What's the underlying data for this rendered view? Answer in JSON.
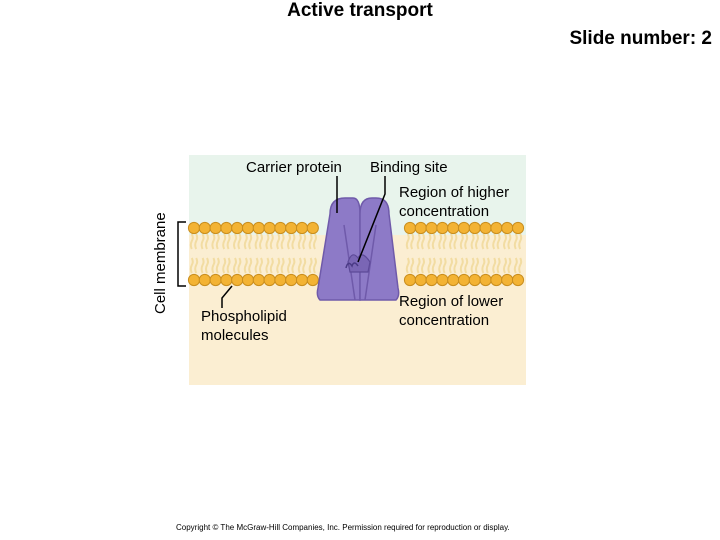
{
  "slide": {
    "title": "Active transport",
    "slide_number": "Slide number: 2",
    "copyright": "Copyright © The McGraw-Hill Companies, Inc. Permission required for reproduction or display."
  },
  "diagram": {
    "labels": {
      "carrier_protein": "Carrier protein",
      "binding_site": "Binding site",
      "higher_line1": "Region of higher",
      "higher_line2": "concentration",
      "lower_line1": "Region of lower",
      "lower_line2": "concentration",
      "phospho_line1": "Phospholipid",
      "phospho_line2": "molecules",
      "cell_membrane": "Cell membrane"
    },
    "colors": {
      "top_region": "#e8f4ec",
      "bottom_region": "#fbeed2",
      "lipid_head": "#f3b334",
      "lipid_head_edge": "#c98e1e",
      "lipid_tail": "#f2dca2",
      "protein": "#8d7ac7",
      "protein_dark": "#6f5aaa"
    }
  }
}
